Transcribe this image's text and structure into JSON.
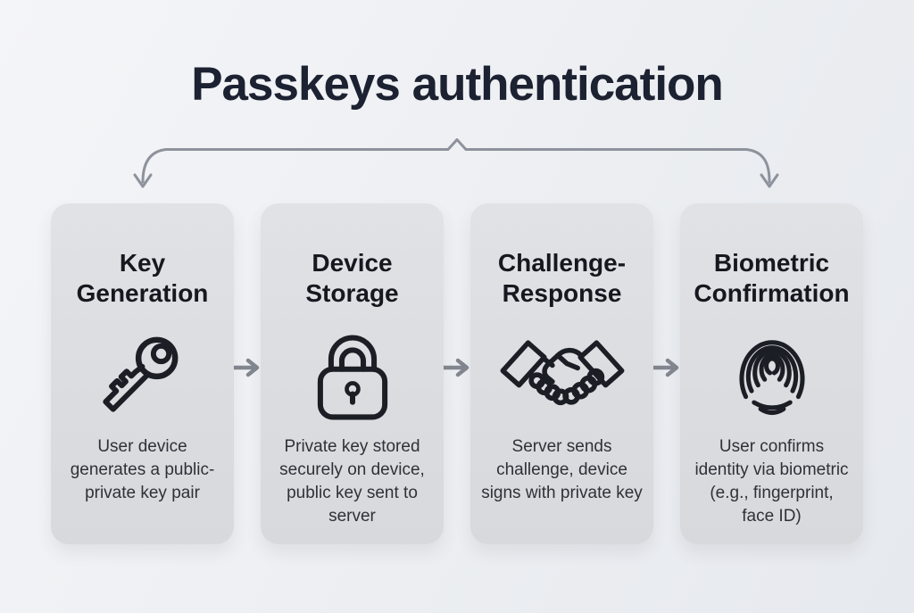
{
  "title": "Passkeys authentication",
  "colors": {
    "background": "#eef0f3",
    "card": "#dbdde1",
    "title_text": "#1c2231",
    "heading_text": "#15181e",
    "body_text": "#2e3137",
    "connector": "#8d929c",
    "flow_arrow": "#83878f",
    "icon": "#1b1e24"
  },
  "steps": [
    {
      "title": "Key\nGeneration",
      "icon": "key-icon",
      "description": "User device\ngenerates a public-\nprivate key pair"
    },
    {
      "title": "Device\nStorage",
      "icon": "lock-icon",
      "description": "Private key stored\nsecurely on device,\npublic key sent to\nserver"
    },
    {
      "title": "Challenge-\nResponse",
      "icon": "handshake-icon",
      "description": "Server sends\nchallenge, device\nsigns with private key"
    },
    {
      "title": "Biometric\nConfirmation",
      "icon": "fingerprint-icon",
      "description": "User confirms\nidentity via biometric\n(e.g., fingerprint,\nface ID)"
    }
  ]
}
